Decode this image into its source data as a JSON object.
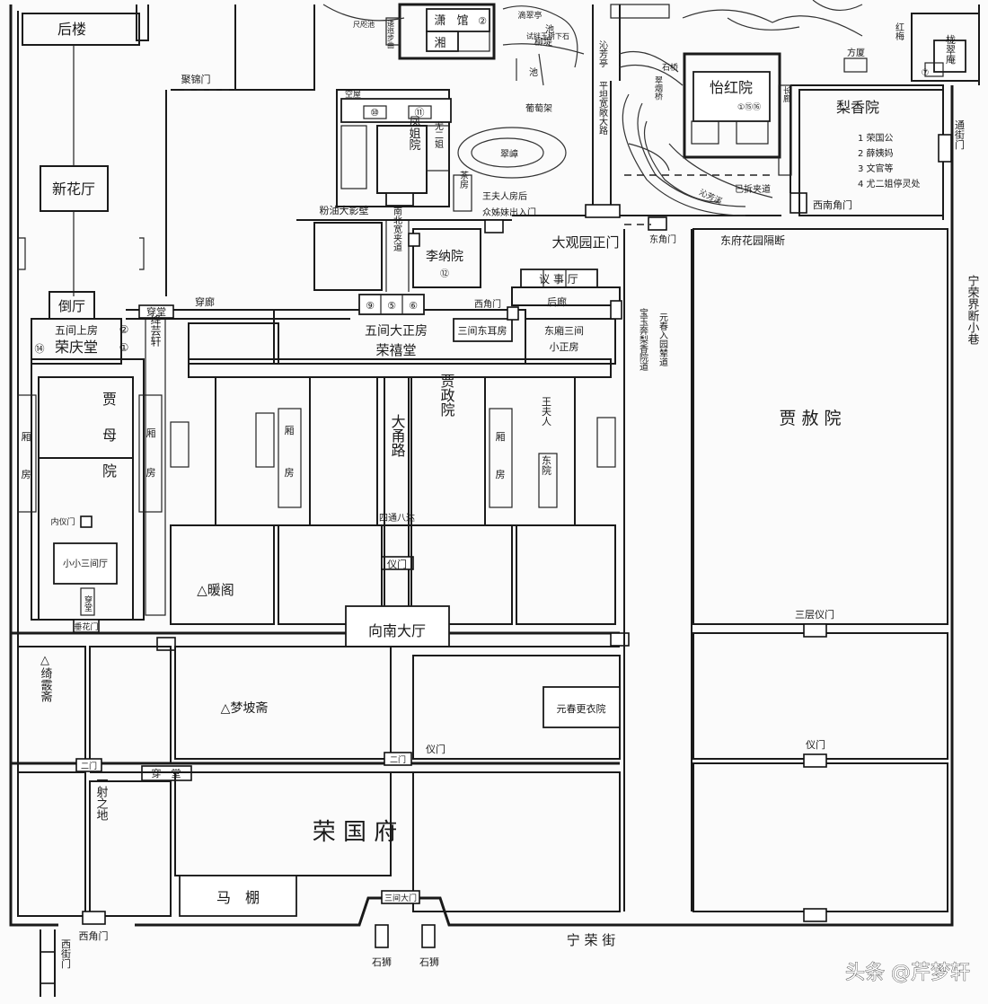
{
  "labels": {
    "hou_lou": "后楼",
    "ju_jin_men": "聚锦门",
    "xin_hua_ting": "新花厅",
    "dao_ting": "倒厅",
    "wu_jian_shang_fang": "五间上房",
    "rong_qing_tang": "荣庆堂",
    "num_2": "②",
    "num_1": "①",
    "num_14": "⑭",
    "jiang_yun_xuan": "绛芸轩",
    "chuan_tang_top": "穿堂",
    "chuan_lang": "穿廊",
    "jia_mu_yuan_1": "贾",
    "jia_mu_yuan_2": "母",
    "jia_mu_yuan_3": "院",
    "xiang_1": "厢",
    "fang_1": "房",
    "nei_yi_men": "内仪门",
    "xiao_xiao_san_jian_ting": "小小三间厅",
    "chuan_tang_small": "穿堂",
    "chui_hua_men": "垂花门",
    "nuan_ge": "△暖阁",
    "qi_xia_zhai": "△绮霰斋",
    "meng_po_zhai": "△梦坡斋",
    "xiang_nan_da_ting": "向南大厅",
    "yi_men": "仪门",
    "yi_men_2": "仪门",
    "si_tong_ba_da": "四通八达",
    "da_yong_lu": "大甬路",
    "wu_jian_da_zheng_fang": "五间大正房",
    "rong_xi_tang": "荣禧堂",
    "num_9": "⑨",
    "num_5": "⑤",
    "num_6": "⑥",
    "san_jian_er_fang": "三间东耳房",
    "dong_xiang_san_jian": "东廂三间",
    "xiao_zheng_fang": "小正房",
    "jia_zheng_yuan": "贾政院",
    "wang_fu_ren": "王夫人",
    "dong_yuan": "东院",
    "yuan_chun_geng_yi_yuan": "元春更衣院",
    "er_men": "二门",
    "er_men_2": "二门",
    "chuan_tang_mid": "穿　堂",
    "yi_she_zhi_di": "一射之地",
    "rong_guo_fu": "荣 国 府",
    "ma_peng": "马　棚",
    "san_jian_da_men": "三间大门",
    "xi_jiao_men": "西角门",
    "xi_jie_men": "西街门",
    "shi_shi_1": "石狮",
    "shi_shi_2": "石狮",
    "ning_rong_jie": "宁 荣 街",
    "fen_you_da_ying_bi": "粉油大影壁",
    "nan_bei_kuan_jia_dao": "南北宽夹道",
    "li_wan_yuan": "李纳院",
    "num_12": "⑫",
    "xi_jiao_men_2": "西角门",
    "yi_shi_ting": "议 事 厅",
    "hou_lang": "后廊",
    "da_guan_yuan_zheng_men": "大观园正门",
    "dong_jiao_men": "东角门",
    "bao_yu_ben": "宝玉奔梨香院道",
    "yuan_chun_ru_yuan": "元春入园辇道",
    "feng_jie_yuan": "凤姐院",
    "you_er_jie": "尤二姐",
    "kong_wu": "空屋",
    "num_10": "⑩",
    "num_11": "⑪",
    "cha_fang": "茶房",
    "wang_fu_ren_fang_hou": "王夫人房后",
    "zhong_zi_mei_chu_ru_men": "众姊妹出入门",
    "pu_tao_jia": "葡萄架",
    "cui_zhang": "翠嶂",
    "qin_fang_ting": "沁芳亭",
    "ping_tan_kuan_chang_da_lu": "平坦宽敞大路",
    "xiao_xiang_guan": "潇湘馆",
    "xiao_xiang_1": "潇",
    "xiao_xiang_2": "湘",
    "guan": "馆",
    "num_2b": "②",
    "di_cui_ting": "滴翠亭",
    "liu_di": "柳堤",
    "chi_1": "池",
    "chi_2": "池",
    "shi_qiao": "石桥",
    "yi_hong_yuan": "怡红院",
    "num_1_15_16": "①⑮⑯",
    "cui_yan_qiao": "翠烟桥",
    "chang_lang": "长廊",
    "yi_chai_jia_dao": "已拆夹道",
    "qin_fang_xi": "沁芳溪",
    "xi_nan_jiao_men": "西南角门",
    "li_xiang_yuan": "梨香院",
    "lx_1": "1 荣国公",
    "lx_2": "2 薛姨妈",
    "lx_3": "3 文官等",
    "lx_4": "4 尤二姐停灵处",
    "tong_jie_men": "通街门",
    "fang_sha": "方厦",
    "hong_mei": "红梅",
    "num_7": "⑦",
    "long_cui_an": "栊翠庵",
    "dong_fu_hua_yuan_ge_duan": "东府花园隔断",
    "jia_she_yuan": "贾 赦 院",
    "san_ceng_yi_men": "三层仪门",
    "ning_rong_jie_duan_xiao_xiang": "宁荣界断小巷",
    "chi_shang": "尺咫池",
    "dao_bu_qu": "逶迤步曲",
    "shi_ban_yu_shu": "试拌玉树下石",
    "watermark": "头条 @芹梦轩"
  },
  "colors": {
    "ink": "#1a1a1a",
    "paper": "#fbfbfb",
    "watermark": "#ffffff"
  }
}
